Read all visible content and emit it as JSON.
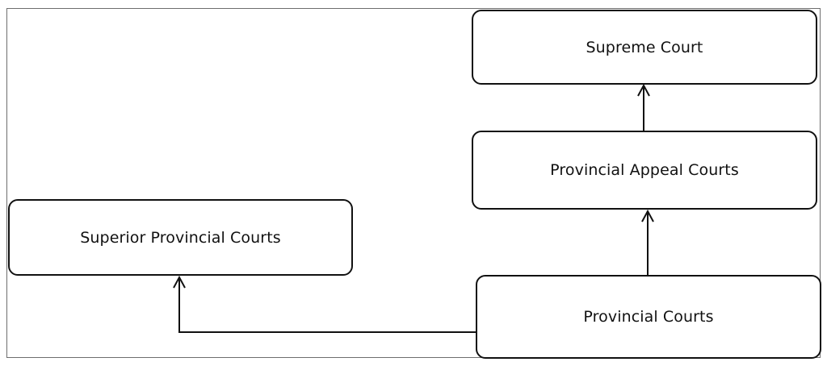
{
  "diagram": {
    "nodes": {
      "supreme": "Supreme Court",
      "appeal": "Provincial Appeal Courts",
      "superior": "Superior Provincial Courts",
      "provincial": "Provincial Courts"
    },
    "edges": [
      {
        "from": "provincial",
        "to": "appeal"
      },
      {
        "from": "appeal",
        "to": "supreme"
      },
      {
        "from": "provincial",
        "to": "superior"
      }
    ]
  }
}
